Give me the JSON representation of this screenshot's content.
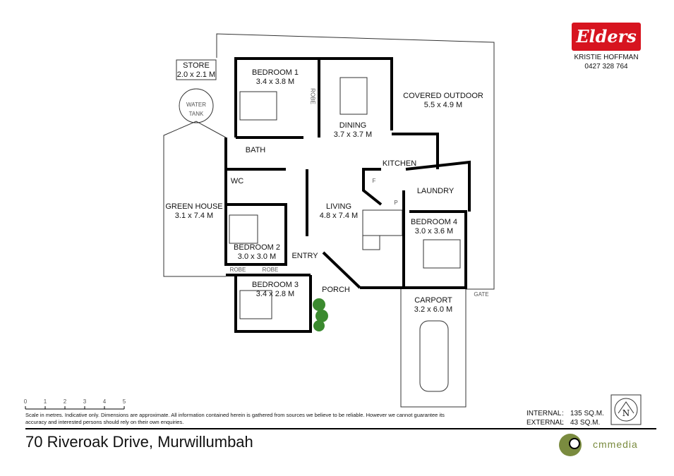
{
  "agency": {
    "logo": "Elders",
    "agent_name": "KRISTIE HOFFMAN",
    "phone": "0427 328 764",
    "brand_color": "#d7141f"
  },
  "rooms": [
    {
      "name": "STORE",
      "dims": "2.0 x 2.1 M"
    },
    {
      "name": "BEDROOM 1",
      "dims": "3.4 x 3.8 M"
    },
    {
      "name": "DINING",
      "dims": "3.7 x 3.7 M"
    },
    {
      "name": "COVERED OUTDOOR",
      "dims": "5.5 x 4.9 M"
    },
    {
      "name": "KITCHEN",
      "dims": ""
    },
    {
      "name": "LAUNDRY",
      "dims": ""
    },
    {
      "name": "GREEN HOUSE",
      "dims": "3.1 x 7.4 M"
    },
    {
      "name": "LIVING",
      "dims": "4.8 x 7.4 M"
    },
    {
      "name": "BEDROOM 4",
      "dims": "3.0 x 3.6 M"
    },
    {
      "name": "BEDROOM 2",
      "dims": "3.0 x 3.0 M"
    },
    {
      "name": "BEDROOM 3",
      "dims": "3.4 x 2.8 M"
    },
    {
      "name": "CARPORT",
      "dims": "3.2 x 6.0 M"
    }
  ],
  "small_labels": {
    "water_tank": "WATER TANK",
    "robe1": "ROBE",
    "robe2": "ROBE",
    "robe3": "ROBE",
    "bath": "BATH",
    "wc": "WC",
    "entry": "ENTRY",
    "porch": "PORCH",
    "gate": "GATE",
    "fridge": "F",
    "pantry": "P"
  },
  "scale": {
    "ticks": [
      "0",
      "1",
      "2",
      "3",
      "4",
      "5"
    ],
    "unit": "metres"
  },
  "disclaimer": "Scale in metres.  Indicative only.  Dimensions are approximate.  All information contained herein is gathered from sources we believe to be reliable.  However we cannot guarantee its accuracy and interested persons should rely on their own enquiries.",
  "address": "70 Riveroak Drive, Murwillumbah",
  "areas": {
    "internal_label": "INTERNAL",
    "internal_value": "135 SQ.M.",
    "external_label": "EXTERNAL",
    "external_value": "43 SQ.M."
  },
  "compass": "N",
  "producer": "cmmedia"
}
